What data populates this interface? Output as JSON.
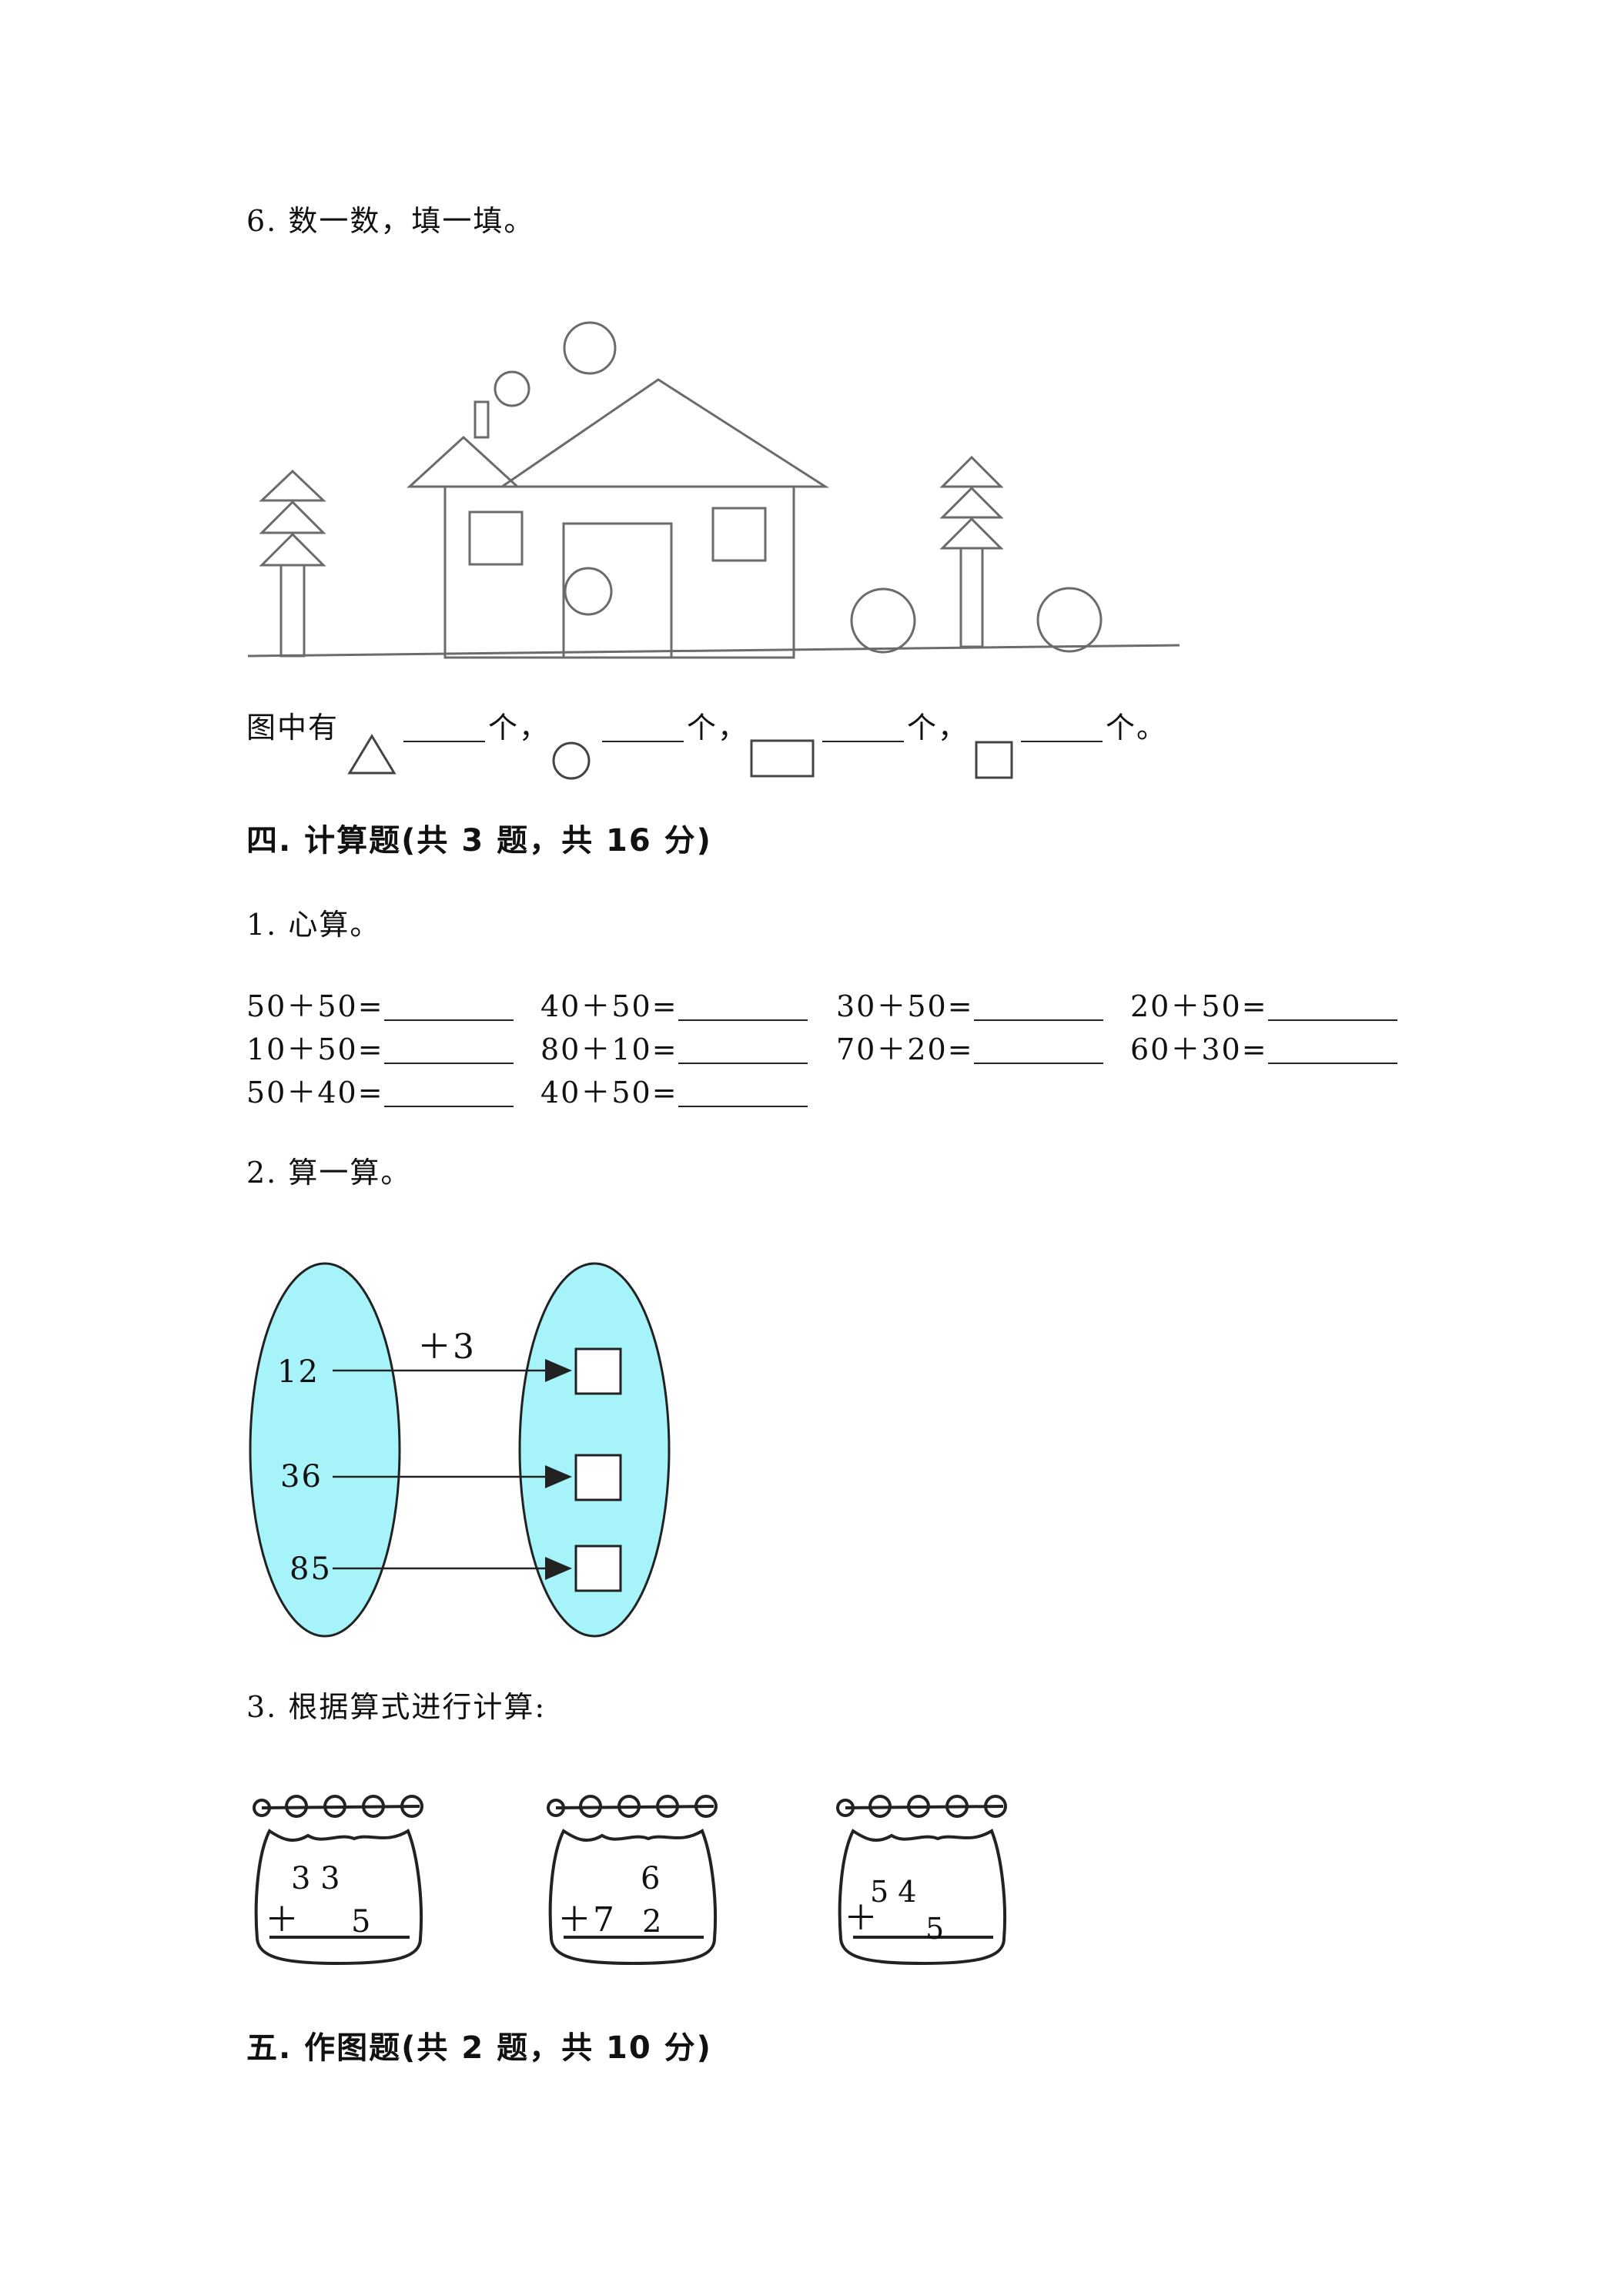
{
  "q6": {
    "title": "6. 数一数，填一填。",
    "fill_prefix": "图中有",
    "unit_1": "个，",
    "unit_2": "个，",
    "unit_3": "个，",
    "unit_4": "个。"
  },
  "section4": {
    "heading": "四. 计算题(共 3 题，共 16 分)",
    "q1": {
      "title": "1. 心算。",
      "items": [
        "50＋50=",
        "40＋50=",
        "30＋50=",
        "20＋50=",
        "10＋50=",
        "80＋10=",
        "70＋20=",
        "60＋30=",
        "50＋40=",
        "40＋50="
      ]
    },
    "q2": {
      "title": "2. 算一算。",
      "operation": "＋3",
      "inputs": [
        "12",
        "36",
        "85"
      ]
    },
    "q3": {
      "title": "3. 根据算式进行计算:",
      "problems": [
        {
          "top": "3  3",
          "op": "＋",
          "bottom": "5"
        },
        {
          "top": "6",
          "op": "＋7",
          "bottom": "2"
        },
        {
          "top": "5  4",
          "op": "＋",
          "bottom": "5"
        }
      ]
    }
  },
  "section5": {
    "heading": "五. 作图题(共 2 题，共 10 分)"
  },
  "colors": {
    "ellipse_fill": "#a6f4f9",
    "line": "#6b6b6b"
  }
}
